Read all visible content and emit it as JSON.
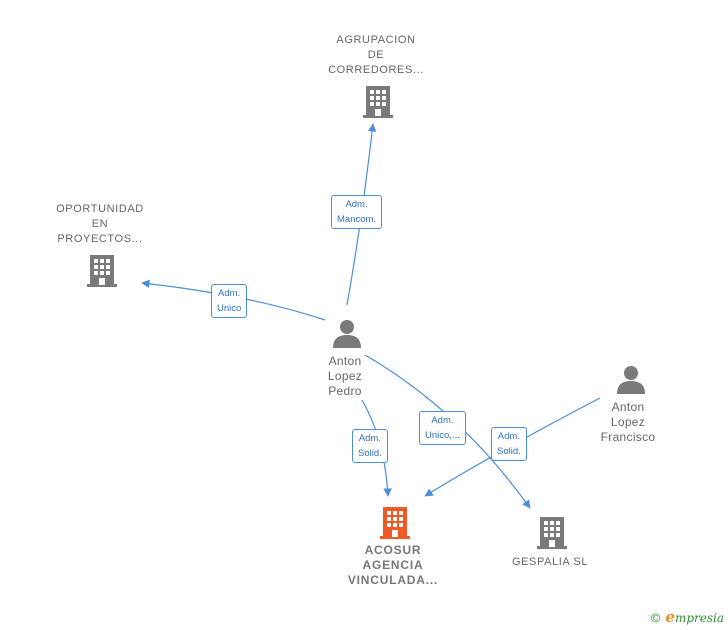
{
  "nodes": {
    "agrupacion": {
      "lines": [
        "AGRUPACION",
        "DE",
        "CORREDORES..."
      ],
      "color": "#7a7a7a"
    },
    "oportunidad": {
      "lines": [
        "OPORTUNIDAD",
        "EN",
        "PROYECTOS..."
      ],
      "color": "#7a7a7a"
    },
    "anton_pedro": {
      "lines": [
        "Anton",
        "Lopez",
        "Pedro"
      ],
      "color": "#7a7a7a"
    },
    "anton_francisco": {
      "lines": [
        "Anton",
        "Lopez",
        "Francisco"
      ],
      "color": "#7a7a7a"
    },
    "acosur": {
      "lines": [
        "ACOSUR",
        "AGENCIA",
        "VINCULADA..."
      ],
      "color": "#f05a28"
    },
    "gespalia": {
      "lines": [
        "GESPALIA SL"
      ],
      "color": "#7a7a7a"
    }
  },
  "edges": {
    "pedro_agrupacion": [
      "Adm.",
      "Mancom."
    ],
    "pedro_oportunidad": [
      "Adm.",
      "Unico"
    ],
    "pedro_acosur": [
      "Adm.",
      "Solid."
    ],
    "pedro_gespalia": [
      "Adm.",
      "Unico,..."
    ],
    "francisco_acosur": [
      "Adm.",
      "Solid."
    ]
  },
  "edge_color": "#4a8fd8",
  "footer": {
    "copyright": "©",
    "brand_initial": "e",
    "brand_rest": "mpresia"
  }
}
